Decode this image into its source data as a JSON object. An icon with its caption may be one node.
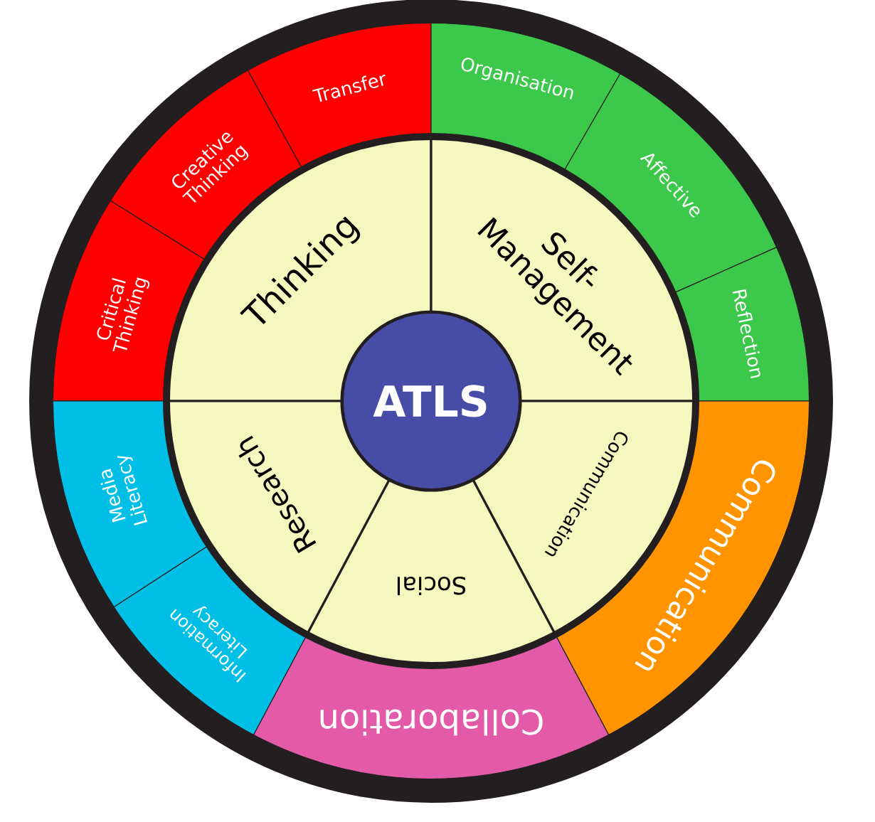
{
  "diagram": {
    "nodes": [
      {
        "text": [
          "ATLS"
        ]
      },
      {
        "text": [
          "Thinking"
        ]
      },
      {
        "text": [
          "Self-Management"
        ]
      },
      {
        "text": [
          "Communication"
        ]
      },
      {
        "text": [
          "Social"
        ]
      },
      {
        "text": [
          "Research"
        ]
      },
      {
        "text": [
          "Transfer"
        ]
      },
      {
        "text": [
          "Creative Thinking"
        ]
      },
      {
        "text": [
          "Critical Thinking"
        ]
      },
      {
        "text": [
          "Organisation"
        ]
      },
      {
        "text": [
          "Affective"
        ]
      },
      {
        "text": [
          "Reflection"
        ]
      },
      {
        "text": [
          "Communication"
        ]
      },
      {
        "text": [
          "Collaboration"
        ]
      },
      {
        "text": [
          "Information Literacy"
        ]
      },
      {
        "text": [
          "Media Literacy"
        ]
      }
    ]
  }
}
